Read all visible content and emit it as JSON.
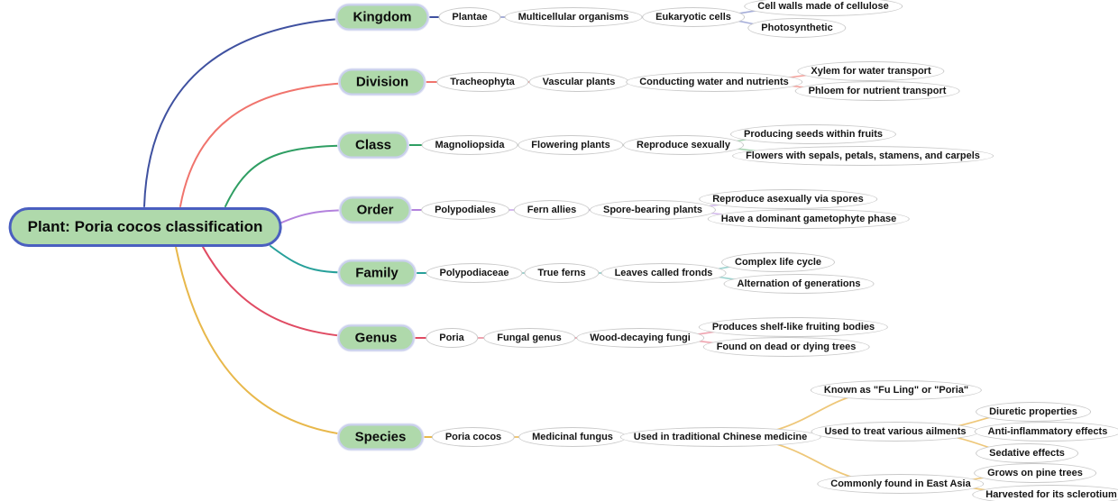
{
  "root": {
    "label": "Plant: Poria cocos classification"
  },
  "palette": {
    "node_fill": "#afd9ab",
    "root_border": "#4a5fc0",
    "branch_border": "#c9cfec",
    "ellipse_border": "#c9c9c9",
    "kingdom_color": "#3f51a0",
    "division_color": "#f0746d",
    "class_color": "#2f9e63",
    "order_color": "#b382dd",
    "family_color": "#27a09a",
    "genus_color": "#e04b63",
    "species_color": "#e8b84b"
  },
  "branches": [
    {
      "label": "Kingdom",
      "color": "#3f51a0",
      "light": "#a6aed9",
      "chain": [
        "Plantae",
        "Multicellular organisms",
        "Eukaryotic cells"
      ],
      "leaves": [
        "Cell walls made of cellulose",
        "Photosynthetic"
      ]
    },
    {
      "label": "Division",
      "color": "#f0746d",
      "light": "#f5a19b",
      "chain": [
        "Tracheophyta",
        "Vascular plants",
        "Conducting water and nutrients"
      ],
      "leaves": [
        "Xylem for water transport",
        "Phloem for nutrient transport"
      ]
    },
    {
      "label": "Class",
      "color": "#2f9e63",
      "light": "#a8d5b2",
      "chain": [
        "Magnoliopsida",
        "Flowering plants",
        "Reproduce sexually"
      ],
      "leaves": [
        "Producing seeds within fruits",
        "Flowers with sepals, petals, stamens, and carpels"
      ]
    },
    {
      "label": "Order",
      "color": "#b382dd",
      "light": "#d5baef",
      "chain": [
        "Polypodiales",
        "Fern allies",
        "Spore-bearing plants"
      ],
      "leaves": [
        "Reproduce asexually via spores",
        "Have a dominant gametophyte phase"
      ]
    },
    {
      "label": "Family",
      "color": "#27a09a",
      "light": "#9cd3cf",
      "chain": [
        "Polypodiaceae",
        "True ferns",
        "Leaves called fronds"
      ],
      "leaves": [
        "Complex life cycle",
        "Alternation of generations"
      ]
    },
    {
      "label": "Genus",
      "color": "#e04b63",
      "light": "#efa3af",
      "chain": [
        "Poria",
        "Fungal genus",
        "Wood-decaying fungi"
      ],
      "leaves": [
        "Produces shelf-like fruiting bodies",
        "Found on dead or dying trees"
      ]
    },
    {
      "label": "Species",
      "color": "#e8b84b",
      "light": "#eec779",
      "chain": [
        "Poria cocos",
        "Medicinal fungus",
        "Used in traditional Chinese medicine"
      ],
      "children": [
        {
          "label": "Known as \"Fu Ling\" or \"Poria\""
        },
        {
          "label": "Used to treat various ailments",
          "children": [
            "Diuretic properties",
            "Anti-inflammatory effects",
            "Sedative effects"
          ]
        },
        {
          "label": "Commonly found in East Asia",
          "children": [
            "Grows on pine trees",
            "Harvested for its sclerotium"
          ]
        }
      ]
    }
  ]
}
